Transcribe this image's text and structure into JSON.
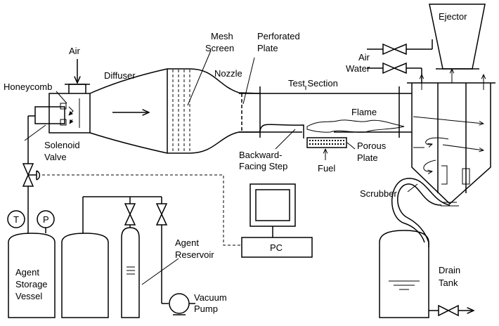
{
  "labels": {
    "air_top": "Air",
    "honeycomb": "Honeycomb",
    "diffuser": "Diffuser",
    "mesh_screen_1": "Mesh",
    "mesh_screen_2": "Screen",
    "perforated_1": "Perforated",
    "perforated_2": "Plate",
    "nozzle": "Nozzle",
    "test_section": "Test Section",
    "ejector": "Ejector",
    "air_right": "Air",
    "water": "Water",
    "flame": "Flame",
    "solenoid_1": "Solenoid",
    "solenoid_2": "Valve",
    "backward_1": "Backward-",
    "backward_2": "Facing Step",
    "porous_1": "Porous",
    "porous_2": "Plate",
    "fuel": "Fuel",
    "scrubber": "Scrubber",
    "gauge_t": "T",
    "gauge_p": "P",
    "pc": "PC",
    "agent_res_1": "Agent",
    "agent_res_2": "Reservoir",
    "agent_storage_1": "Agent",
    "agent_storage_2": "Storage",
    "agent_storage_3": "Vessel",
    "vacuum_1": "Vacuum",
    "vacuum_2": "Pump",
    "drain_1": "Drain",
    "drain_2": "Tank"
  }
}
